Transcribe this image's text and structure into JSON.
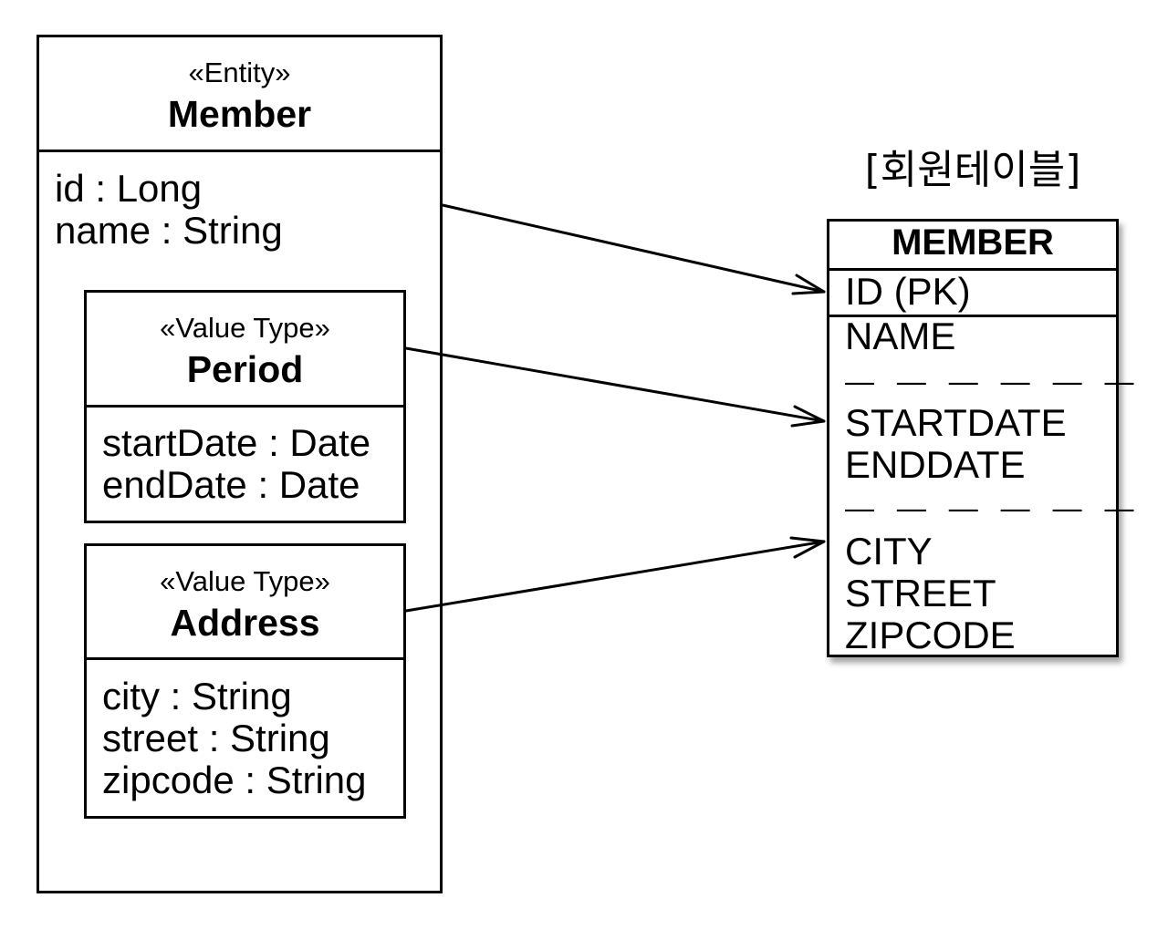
{
  "entity": {
    "stereotype": "«Entity»",
    "name": "Member",
    "attributes": [
      "id : Long",
      "name : String"
    ]
  },
  "period": {
    "stereotype": "«Value Type»",
    "name": "Period",
    "attributes": [
      "startDate : Date",
      "endDate : Date"
    ]
  },
  "address": {
    "stereotype": "«Value Type»",
    "name": "Address",
    "attributes": [
      "city : String",
      "street : String",
      "zipcode : String"
    ]
  },
  "table": {
    "caption": "[회원테이블]",
    "name": "MEMBER",
    "pk_column": "ID (PK)",
    "columns": [
      "NAME"
    ],
    "separator": "— — — — — —",
    "period_columns": [
      "STARTDATE",
      "ENDDATE"
    ],
    "address_columns": [
      "CITY",
      "STREET",
      "ZIPCODE"
    ]
  }
}
